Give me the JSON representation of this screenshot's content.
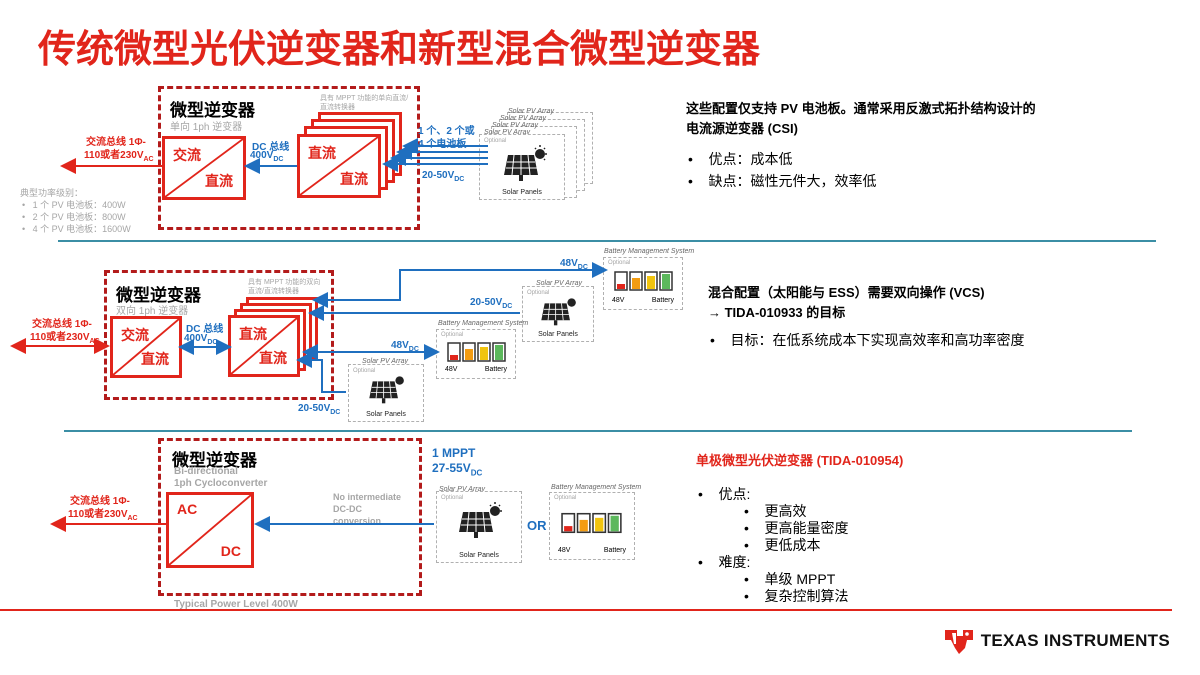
{
  "title": "传统微型光伏逆变器和新型混合微型逆变器",
  "section1": {
    "box_title": "微型逆变器",
    "box_subtitle": "单向 1ph 逆变器",
    "mppt_note_1": "具有 MPPT 功能的单向直流/",
    "mppt_note_2": "直流转换器",
    "ac_left_1": "交流总线 1Φ-",
    "ac_left_2": "110或者230V",
    "ac_sub": "AC",
    "conv_tl": "交流",
    "conv_br": "直流",
    "dc_bus_1": "DC 总线",
    "dc_bus_2": "400V",
    "dc_sub": "DC",
    "stack_tl": "直流",
    "stack_br": "直流",
    "pv_count_1": "1 个、2 个或",
    "pv_count_2": "4 个电池板",
    "pv_voltage": "20-50V",
    "pv_sub": "DC",
    "array_label": "Solar PV Array",
    "optional": "Optional",
    "panels_caption": "Solar Panels",
    "power_title": "典型功率级别：",
    "power_items": [
      "1 个 PV 电池板：400W",
      "2 个 PV 电池板：800W",
      "4 个 PV 电池板：1600W"
    ],
    "desc_title_1": "这些配置仅支持 PV 电池板。通常采用反激式拓扑结构设计的",
    "desc_title_2": "电流源逆变器 (CSI)",
    "desc_bullets": [
      "优点：成本低",
      "缺点：磁性元件大，效率低"
    ]
  },
  "section2": {
    "box_title": "微型逆变器",
    "box_subtitle": "双向 1ph 逆变器",
    "mppt_note_1": "具有 MPPT 功能的双向",
    "mppt_note_2": "直流/直流转换器",
    "ac_left_1": "交流总线 1Φ-",
    "ac_left_2": "110或者230V",
    "ac_sub": "AC",
    "conv_tl": "交流",
    "conv_br": "直流",
    "dc_bus_1": "DC 总线",
    "dc_bus_2": "400V",
    "dc_sub": "DC",
    "stack_tl": "直流",
    "stack_br": "直流",
    "v48_top": "48V",
    "v2050_top": "20-50V",
    "v48_mid": "48V",
    "v2050_bot": "20-50V",
    "sub_dc": "DC",
    "bms_label": "Battery Management System",
    "array_label": "Solar PV Array",
    "optional": "Optional",
    "panels_caption": "Solar Panels",
    "batt_48v": "48V",
    "batt_label": "Battery",
    "desc_title_1": "混合配置（太阳能与 ESS）需要双向操作 (VCS)",
    "desc_title_2": "→  TIDA-010933 的目标",
    "desc_bullets": [
      "目标：在低系统成本下实现高效率和高功率密度"
    ]
  },
  "section3": {
    "box_title": "微型逆变器",
    "box_subtitle_1": "Bi-directional",
    "box_subtitle_2": "1ph Cycloconverter",
    "ac_left_1": "交流总线 1Φ-",
    "ac_left_2": "110或者230V",
    "ac_sub": "AC",
    "conv_tl": "AC",
    "conv_br": "DC",
    "no_dcdc_1": "No intermediate",
    "no_dcdc_2": "DC-DC",
    "no_dcdc_3": "conversion",
    "mppt_1": "1 MPPT",
    "mppt_2": "27-55V",
    "mppt_sub": "DC",
    "array_label": "Solar PV Array",
    "optional": "Optional",
    "panels_caption": "Solar Panels",
    "or_label": "OR",
    "bms_label": "Battery Management System",
    "batt_48v": "48V",
    "batt_label": "Battery",
    "power_level": "Typical Power Level 400W",
    "desc_title": "单极微型光伏逆变器 (TIDA-010954)",
    "pros_title": "优点:",
    "pros": [
      "更高效",
      "更高能量密度",
      "更低成本"
    ],
    "cons_title": "难度:",
    "cons": [
      "单级 MPPT",
      "复杂控制算法"
    ]
  },
  "footer": {
    "company": "TEXAS INSTRUMENTS",
    "logo_icon": "ti-logo-icon"
  },
  "colors": {
    "red": "#e1251b",
    "dark_red": "#b31b1b",
    "blue": "#1f6fbf",
    "grey": "#a6a6a6",
    "separator": "#3b8ea5"
  }
}
